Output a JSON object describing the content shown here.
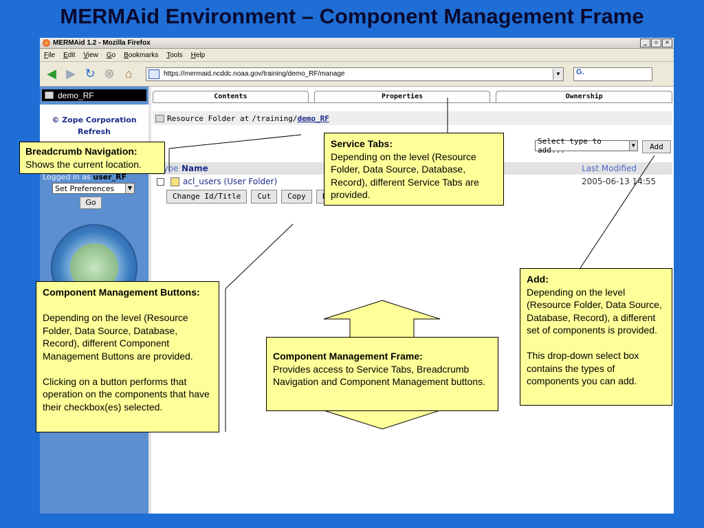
{
  "slide": {
    "title": "MERMAid Environment – Component Management Frame"
  },
  "browser": {
    "window_title": "MERMAid 1.2 - Mozilla Firefox",
    "window_buttons": [
      "_",
      "▫",
      "✕"
    ],
    "menu": [
      "File",
      "Edit",
      "View",
      "Go",
      "Bookmarks",
      "Tools",
      "Help"
    ],
    "url": "https://mermaid.ncddc.noaa.gov/training/demo_RF/manage",
    "search_glyph": "G."
  },
  "left_pane": {
    "header": "demo_RF",
    "links": [
      "© Zope Corporation",
      "Refresh"
    ],
    "logged_in_prefix": "Logged in as",
    "user": "user_RF",
    "preferences_select": "Set Preferences",
    "go_label": "Go"
  },
  "main": {
    "tabs": [
      "Contents",
      "Properties",
      "Ownership"
    ],
    "crumb_prefix": "Resource Folder at",
    "crumb_path": "/training/",
    "crumb_link": "demo_RF",
    "add_select": "Select type to add...",
    "add_label": "Add",
    "columns": {
      "type": "Type",
      "name": "Name",
      "modified": "Last Modified"
    },
    "rows": [
      {
        "name": "acl_users (User Folder)",
        "modified": "2005-06-13 14:55"
      }
    ],
    "buttons": [
      "Change Id/Title",
      "Cut",
      "Copy",
      "P"
    ]
  },
  "callouts": {
    "breadcrumb": {
      "title": "Breadcrumb Navigation:",
      "body": "Shows the current location."
    },
    "service_tabs": {
      "title": "Service Tabs:",
      "body": "Depending on the level (Resource Folder, Data Source, Database, Record), different Service Tabs are provided."
    },
    "component_buttons": {
      "title": "Component Management Buttons:",
      "body1": "Depending on the level (Resource Folder, Data Source, Database, Record), different Component Management Buttons are provided.",
      "body2": "Clicking on a button performs that operation on the components that have their checkbox(es) selected."
    },
    "frame": {
      "title": "Component Management Frame:",
      "body": "Provides access to Service Tabs, Breadcrumb Navigation and Component Management buttons."
    },
    "add": {
      "title": "Add:",
      "body1": "Depending on the level (Resource Folder, Data Source, Database, Record), a different set of components is provided.",
      "body2": "This drop-down select box contains the types of components you can add."
    }
  },
  "colors": {
    "slide_bg": "#1f6ed6",
    "callout_bg": "#ffff99",
    "left_pane": "#5b8fcf"
  }
}
